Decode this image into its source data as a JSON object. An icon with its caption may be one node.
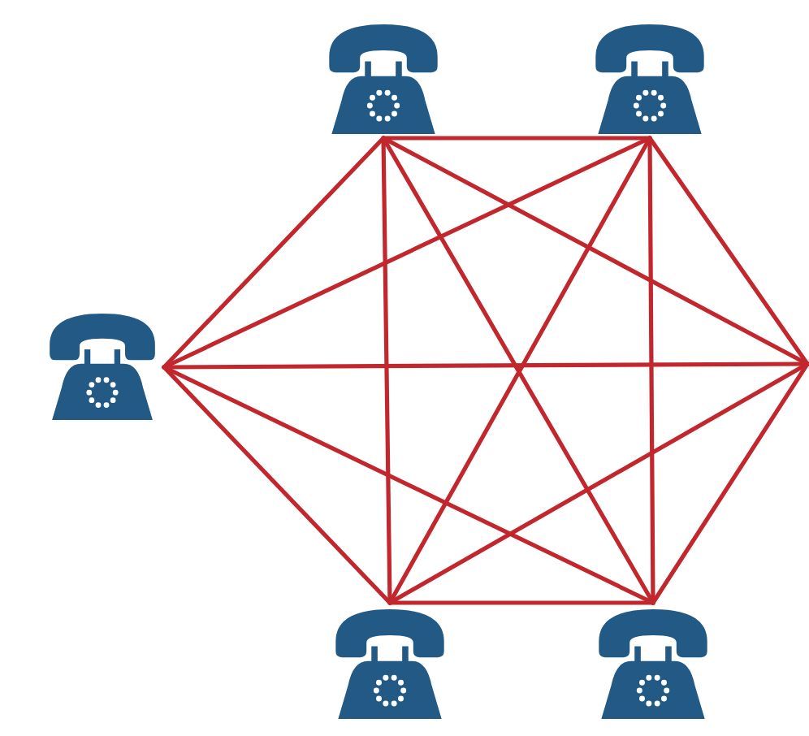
{
  "diagram": {
    "nodes": [
      {
        "text": [],
        "shape": "picture"
      },
      {
        "text": [],
        "shape": "picture"
      },
      {
        "text": [],
        "shape": "picture"
      },
      {
        "text": [],
        "shape": "picture"
      },
      {
        "text": [],
        "shape": "picture"
      }
    ],
    "edges": [
      {
        "from": 0,
        "to": 1,
        "arrow": "none"
      },
      {
        "from": 0,
        "to": 2,
        "arrow": "none"
      },
      {
        "from": 0,
        "to": 3,
        "arrow": "none"
      },
      {
        "from": 0,
        "to": 4,
        "arrow": "none"
      },
      {
        "from": 0,
        "to": null,
        "arrow": "none"
      },
      {
        "from": 1,
        "to": 2,
        "arrow": "none"
      },
      {
        "from": 1,
        "to": 3,
        "arrow": "none"
      },
      {
        "from": 1,
        "to": 4,
        "arrow": "none"
      },
      {
        "from": 1,
        "to": null,
        "arrow": "none"
      },
      {
        "from": 2,
        "to": 3,
        "arrow": "none"
      },
      {
        "from": 2,
        "to": 4,
        "arrow": "none"
      },
      {
        "from": 2,
        "to": null,
        "arrow": "none"
      },
      {
        "from": 3,
        "to": 4,
        "arrow": "none"
      },
      {
        "from": 3,
        "to": null,
        "arrow": "none"
      },
      {
        "from": 4,
        "to": null,
        "arrow": "none"
      }
    ]
  }
}
